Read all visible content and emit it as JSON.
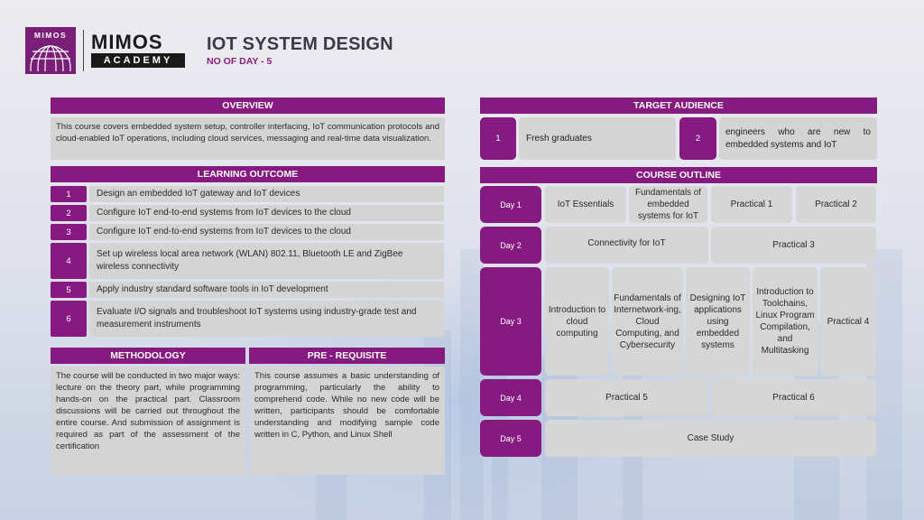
{
  "header": {
    "logo_text": "MIMOS",
    "brand_line1": "MIMOS",
    "brand_line2": "ACADEMY",
    "course_title": "IOT SYSTEM DESIGN",
    "days": "NO OF DAY - 5"
  },
  "overview": {
    "heading": "OVERVIEW",
    "text": "This course covers embedded system setup, controller interfacing, IoT communication protocols and cloud-enabled IoT operations, including cloud services, messaging and real-time data visualization."
  },
  "learning_outcome": {
    "heading": "LEARNING OUTCOME",
    "items": [
      {
        "num": "1",
        "text": "Design an embedded IoT gateway and IoT devices"
      },
      {
        "num": "2",
        "text": "Configure IoT end-to-end systems from IoT devices to the cloud"
      },
      {
        "num": "3",
        "text": "Configure IoT end-to-end systems from IoT devices to the cloud"
      },
      {
        "num": "4",
        "text": "Set up wireless local area network (WLAN) 802.11, Bluetooth LE and ZigBee wireless connectivity"
      },
      {
        "num": "5",
        "text": "Apply industry standard software tools in IoT development"
      },
      {
        "num": "6",
        "text": "Evaluate I/O signals and troubleshoot IoT systems using industry-grade test and measurement instruments"
      }
    ]
  },
  "methodology": {
    "heading": "METHODOLOGY",
    "text": "The course will be conducted in two major ways: lecture on the theory part, while programming hands-on on the practical part. Classroom discussions will be carried out throughout the entire course. And submission of assignment is required as part of the assessment of the certification"
  },
  "prerequisite": {
    "heading": "PRE - REQUISITE",
    "text": "This course assumes a basic understanding of programming, particularly the ability to comprehend code. While no new code will be written, participants should be comfortable understanding and modifying sample code written in C, Python, and Linux Shell"
  },
  "target_audience": {
    "heading": "TARGET AUDIENCE",
    "items": [
      {
        "num": "1",
        "text": "Fresh graduates"
      },
      {
        "num": "2",
        "text": "engineers who are new to embedded systems and IoT"
      }
    ]
  },
  "course_outline": {
    "heading": "COURSE OUTLINE",
    "day1": {
      "label": "Day 1",
      "s1": "IoT Essentials",
      "s2": "Fundamentals of embedded systems for IoT",
      "s3": "Practical 1",
      "s4": "Practical 2"
    },
    "day2": {
      "label": "Day 2",
      "s1": "Connectivity for IoT",
      "s2": "Practical 3"
    },
    "day3": {
      "label": "Day 3",
      "s1": "Introduction to cloud computing",
      "s2": "Fundamentals of Internetwork-ing, Cloud Computing, and Cybersecurity",
      "s3": "Designing IoT applications using embedded systems",
      "s4": "Introduction to Toolchains, Linux Program Compilation, and Multitasking",
      "s5": "Practical 4"
    },
    "day4": {
      "label": "Day 4",
      "s1": "Practical 5",
      "s2": "Practical 6"
    },
    "day5": {
      "label": "Day 5",
      "s1": "Case Study"
    }
  },
  "colors": {
    "accent": "#861a80",
    "panel": "#d4d4d4"
  }
}
